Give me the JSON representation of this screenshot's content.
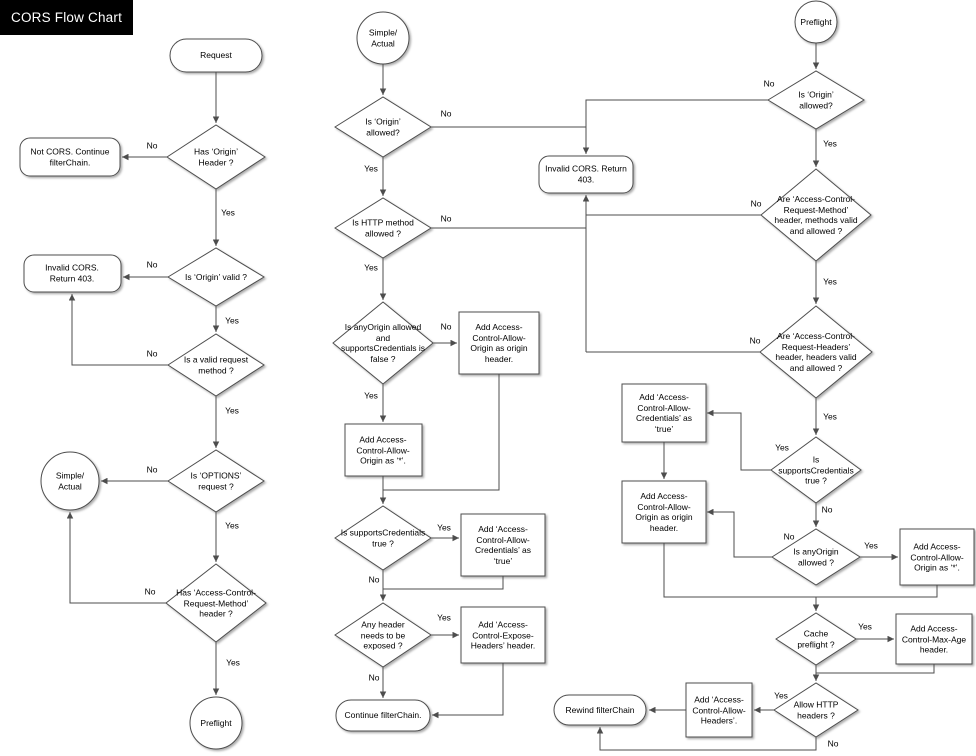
{
  "title": "CORS Flow Chart",
  "edge_labels": {
    "yes": "Yes",
    "no": "No"
  },
  "colors": {
    "shape_fill": "#ffffff",
    "shape_stroke": "#4d4d4d",
    "title_bg": "#000000",
    "title_fg": "#ffffff",
    "text": "#000000"
  },
  "col1": {
    "request": "Request",
    "has_origin_header": "Has ‘Origin’ Header ?",
    "not_cors": "Not CORS. Continue filterChain.",
    "is_origin_valid": "Is ‘Origin’ valid ?",
    "invalid_cors": "Invalid CORS. Return 403.",
    "is_valid_method": "Is a valid request method ?",
    "is_options_request": "Is ‘OPTIONS’ request ?",
    "simple_actual": "Simple/ Actual",
    "has_acrm_header": "Has ‘Access-Control-Request-Method’ header ?",
    "preflight": "Preflight"
  },
  "col2": {
    "simple_actual": "Simple/ Actual",
    "is_origin_allowed": "Is ‘Origin’ allowed?",
    "invalid_cors": "Invalid CORS. Return 403.",
    "is_method_allowed": "Is HTTP method allowed ?",
    "anyorigin_and_credentials": "Is anyOrigin allowed and supportsCredentials is false ?",
    "add_origin_as_origin": "Add Access-Control-Allow-Origin as origin header.",
    "add_origin_as_star": "Add Access-Control-Allow-Origin as ‘*’.",
    "is_supports_credentials": "Is supportsCredentials true ?",
    "add_credentials_true": "Add ‘Access-Control-Allow-Credentials’ as ‘true’",
    "any_header_exposed": "Any header needs to be exposed ?",
    "add_expose_headers": "Add ‘Access-Control-Expose-Headers’ header.",
    "continue_filterchain": "Continue filterChain."
  },
  "col3": {
    "preflight": "Preflight",
    "is_origin_allowed": "Is ‘Origin’ allowed?",
    "acrm_valid": "Are ‘Access-Control-Request-Method’ header, methods valid and allowed ?",
    "acrh_valid": "Are ‘Access-Control-Request-Headers’ header, headers valid and allowed ?",
    "is_supports_credentials": "Is supportsCredentials true ?",
    "add_credentials_true": "Add ‘Access-Control-Allow-Credentials’ as ‘true’",
    "add_origin_as_origin": "Add Access-Control-Allow-Origin as origin header.",
    "is_anyorigin_allowed": "Is anyOrigin allowed ?",
    "add_origin_as_star": "Add Access-Control-Allow-Origin as ‘*’.",
    "cache_preflight": "Cache preflight ?",
    "add_max_age": "Add Access-Control-Max-Age header.",
    "allow_http_headers": "Allow HTTP headers ?",
    "add_allow_headers": "Add ‘Access-Control-Allow-Headers’.",
    "rewind_filterchain": "Rewind filterChain"
  }
}
